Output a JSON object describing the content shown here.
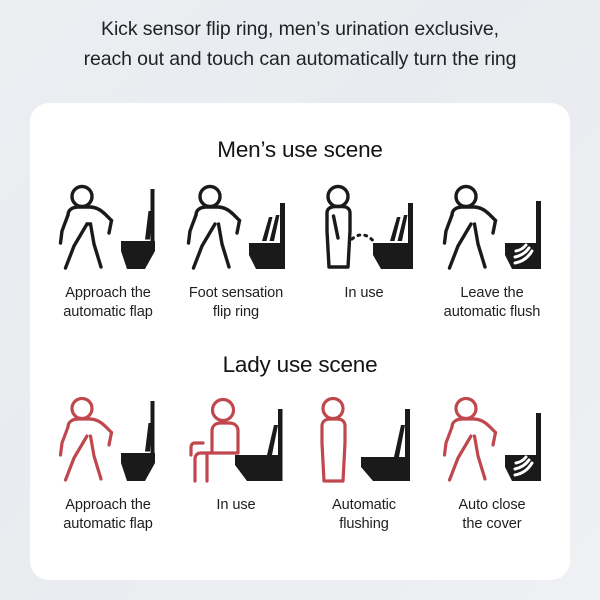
{
  "header": {
    "line1": "Kick sensor flip ring, men’s urination exclusive,",
    "line2": "reach out and touch can automatically turn the ring"
  },
  "colors": {
    "page_background": "#ecEEF2",
    "card_background": "#ffffff",
    "text": "#1d1d1f",
    "figure_men": "#1a1a1a",
    "figure_lady": "#c0474d",
    "toilet": "#1a1a1a"
  },
  "men_section": {
    "title": "Men’s use scene",
    "items": [
      {
        "icon": "walking-figure-toilet-lid-up-icon",
        "caption": "Approach the\nautomatic flap"
      },
      {
        "icon": "walking-figure-toilet-seat-up-icon",
        "caption": "Foot sensation\nflip ring"
      },
      {
        "icon": "standing-figure-urinating-icon",
        "caption": "In use"
      },
      {
        "icon": "walking-away-figure-flushing-icon",
        "caption": "Leave the\nautomatic flush"
      }
    ]
  },
  "lady_section": {
    "title": "Lady use scene",
    "items": [
      {
        "icon": "walking-figure-lady-toilet-lid-up-icon",
        "caption": "Approach the\nautomatic flap"
      },
      {
        "icon": "seated-figure-lady-icon",
        "caption": "In use"
      },
      {
        "icon": "standing-figure-lady-flush-icon",
        "caption": "Automatic\nflushing"
      },
      {
        "icon": "walking-away-figure-lady-cover-close-icon",
        "caption": "Auto close\nthe cover"
      }
    ]
  }
}
